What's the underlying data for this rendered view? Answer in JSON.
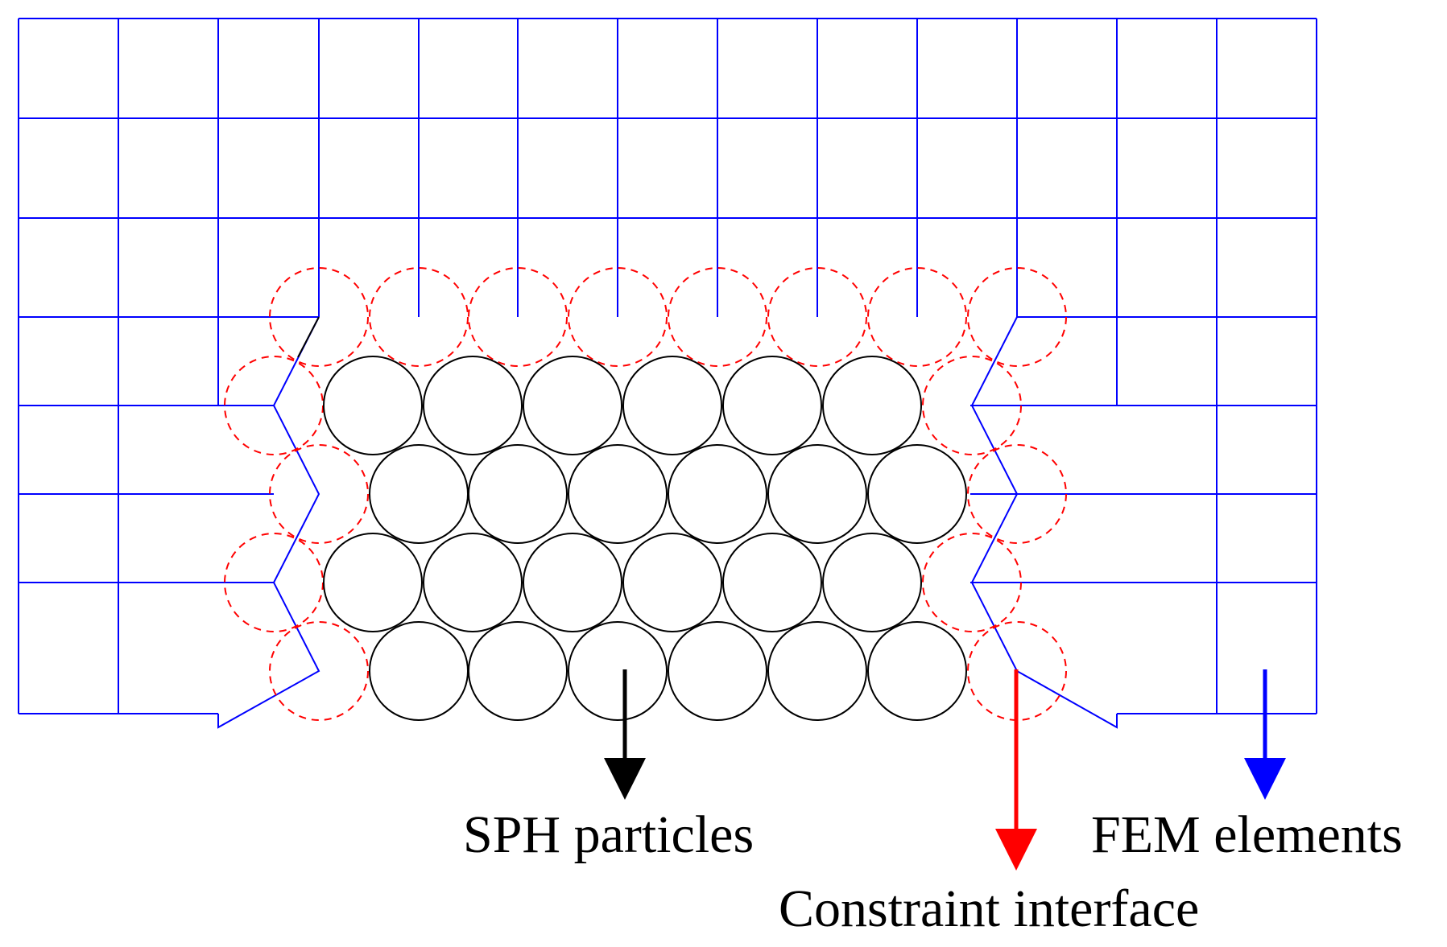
{
  "labels": {
    "sph": "SPH particles",
    "constraint": "Constraint interface",
    "fem": "FEM elements"
  },
  "colors": {
    "fem": "#0000ff",
    "sph": "#000000",
    "constraint": "#ff0000",
    "background": "#ffffff"
  }
}
